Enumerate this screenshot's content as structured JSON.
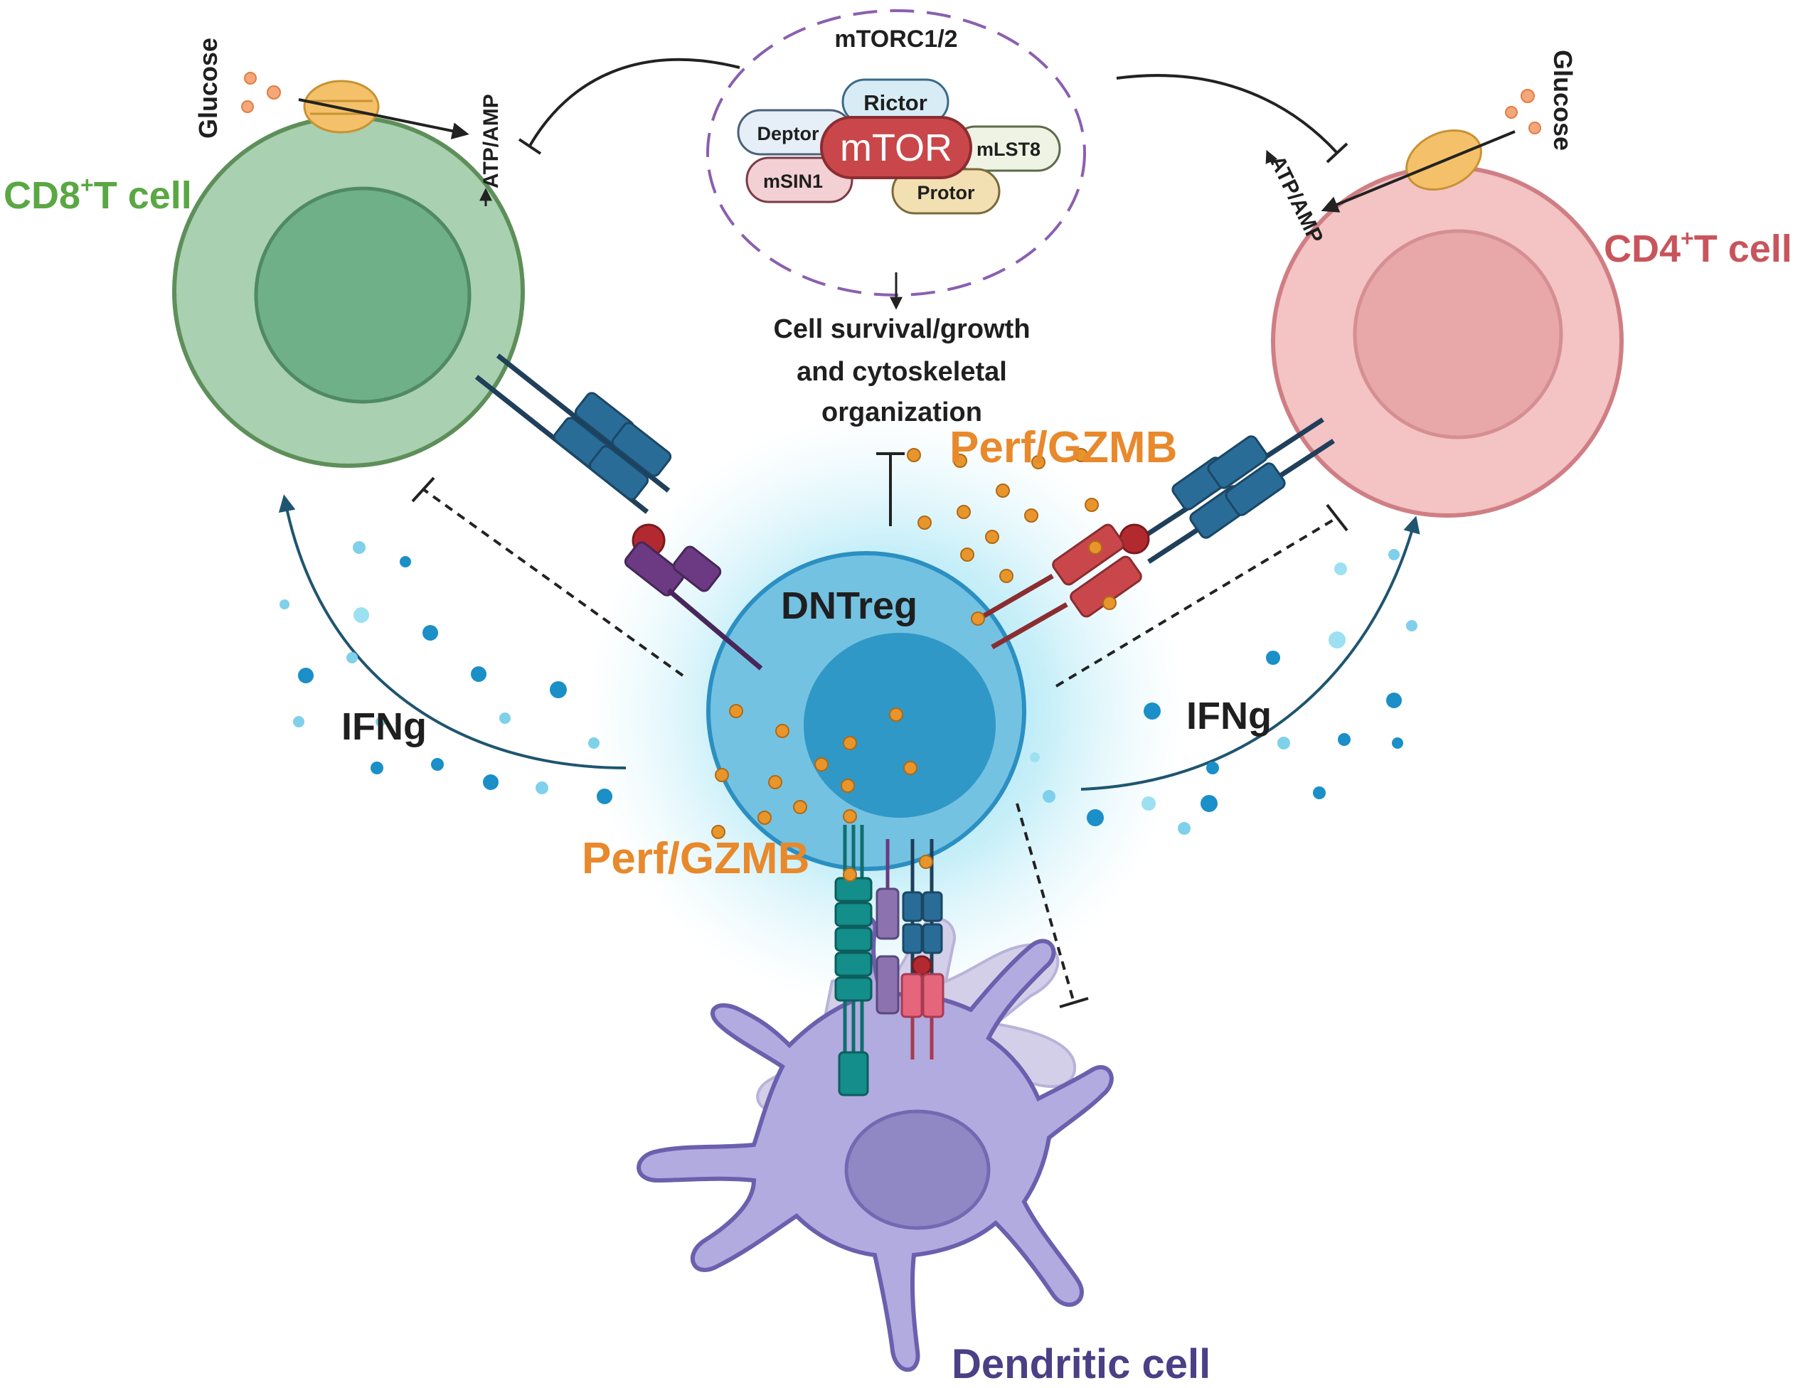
{
  "labels": {
    "mtorc": "mTORC1/2",
    "rictor": "Rictor",
    "deptor": "Deptor",
    "mtor": "mTOR",
    "mlst8": "mLST8",
    "msin1": "mSIN1",
    "protor": "Protor",
    "cell_survival_line1": "Cell survival/growth",
    "cell_survival_line2": "and cytoskeletal",
    "cell_survival_line3": "organization",
    "glucose_left": "Glucose",
    "glucose_right": "Glucose",
    "atp_left": "ATP/AMP",
    "atp_right": "ATP/AMP",
    "cd8_main": "CD8",
    "cd8_sup": "+",
    "cd8_rest": "T cell",
    "cd4_main": "CD4",
    "cd4_sup": "+",
    "cd4_rest": "T cell",
    "perf_upper": "Perf/GZMB",
    "perf_lower": "Perf/GZMB",
    "dntreg": "DNTreg",
    "ifng_left": "IFNg",
    "ifng_right": "IFNg",
    "dendritic": "Dendritic cell"
  },
  "colors": {
    "cd8_cell": "#a9d0b0",
    "cd8_nucleus": "#6fb088",
    "cd4_cell": "#f4c3c4",
    "cd4_nucleus": "#e8a7a9",
    "dntreg_cell": "#74c2e2",
    "dntreg_nucleus": "#2f98c6",
    "dendritic_cell": "#b2abe0",
    "dendritic_nucleus": "#9087c5",
    "mtor": "#c9474a",
    "perf_orange": "#e8892c",
    "ifng_blue": "#1a8fc8"
  }
}
